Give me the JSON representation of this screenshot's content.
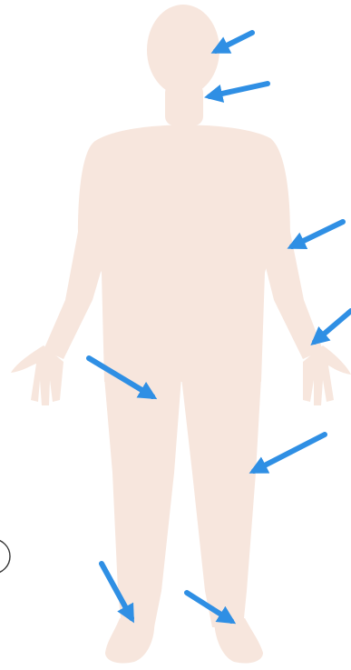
{
  "figure": {
    "body_color": "#f7e6dd",
    "arrow_color": "#2f8fe4",
    "arrows": [
      {
        "id": "head"
      },
      {
        "id": "neck"
      },
      {
        "id": "upper-arm"
      },
      {
        "id": "wrist"
      },
      {
        "id": "groin"
      },
      {
        "id": "knee"
      },
      {
        "id": "left-ankle"
      },
      {
        "id": "right-ankle"
      }
    ]
  }
}
